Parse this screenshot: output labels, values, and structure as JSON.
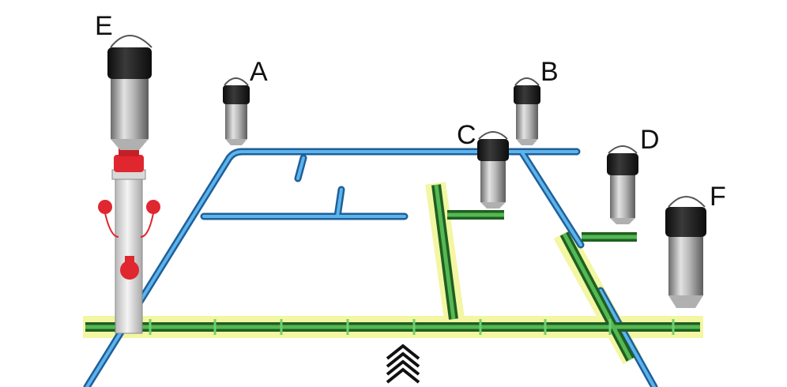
{
  "labels": {
    "E": "E",
    "A": "A",
    "B": "B",
    "C": "C",
    "D": "D",
    "F": "F"
  },
  "colors": {
    "blue_pipe": "#3f9ad6",
    "blue_pipe_dark": "#1f5f9a",
    "green_pipe": "#3a9a3a",
    "green_pipe_dark": "#1f5f1f",
    "highlight": "#f4f7a8",
    "hydrant_red": "#e0262f",
    "hydrant_body": "#e3e3e3",
    "filter_cap": "#1b1b1b",
    "filter_body": "#9a9a9a"
  }
}
